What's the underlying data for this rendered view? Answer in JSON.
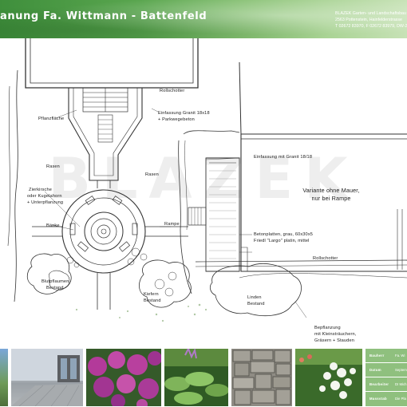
{
  "header": {
    "title": "anung Fa. Wittmann - Battenfeld",
    "company_lines": [
      "BLAZEK Garten- und Landschaftsbau",
      "2563 Pottenstein, Hainfelderstrasse",
      "T 02672 83970, F 02672 83979, DW-2"
    ]
  },
  "plan": {
    "watermark": "BLAZEK",
    "labels": {
      "rollschotter_top": "Rollschotter",
      "einfassung_granit": "Einfassung Granit 18x18",
      "parkwegebeton": "+ Parkwegebeton",
      "pflanzflaeche": "Pflanzfläche",
      "rasen_left": "Rasen",
      "rasen_right": "Rasen",
      "zierkirsche_1": "Zierkirsche",
      "zierkirsche_2": "oder Kugelahorn",
      "zierkirsche_3": "+ Unterpflanzung",
      "baenke": "Bänke",
      "rampe": "Rampe",
      "einfassung_mit_granit": "Einfassung mit Granit 18/18",
      "variante_1": "Variante ohne Mauer,",
      "variante_2": "nur bei Rampe",
      "betonplatten_1": "Betonplatten, grau, 60x30x5",
      "betonplatten_2": "Friedl \"Largo\" platin, mittel",
      "rollschotter_mid": "Rollschotter",
      "blutpflaumen_1": "Blutpflaumen",
      "blutpflaumen_2": "Bestand",
      "kiefern_1": "Kiefern",
      "kiefern_2": "Bestand",
      "linden_1": "Linden",
      "linden_2": "Bestand",
      "bepflanzung_1": "Bepflanzung",
      "bepflanzung_2": "mit Kleinsträuchern,",
      "bepflanzung_3": "Gräsern + Stauden"
    }
  },
  "info": [
    {
      "key": "Bauherr",
      "value": "Fa. Wi"
    },
    {
      "key": "Datum",
      "value": "Septem"
    },
    {
      "key": "Bearbeiter",
      "value": "DI Mich"
    },
    {
      "key": "Massstab",
      "value": "Die Pla"
    }
  ],
  "colors": {
    "header_dark": "#3f8f3c",
    "header_light": "#c7e2b6",
    "infobox": "#8fc07e"
  }
}
